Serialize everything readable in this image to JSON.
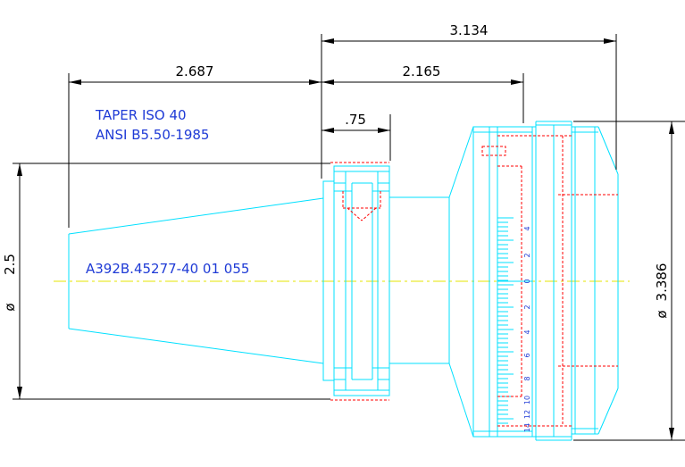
{
  "colors": {
    "outline": "#00e0ff",
    "hidden": "#ff0000",
    "centerline": "#e6e600",
    "dimension": "#000000",
    "note": "#1f3bd6"
  },
  "dimensions": {
    "overall_length": "3.134",
    "taper_length": "2.687",
    "body_length": "2.165",
    "flange_width": ".75",
    "taper_diameter": "2.5",
    "body_diameter": "3.386",
    "diameter_symbol": "ø"
  },
  "notes": {
    "taper_line1": "TAPER ISO 40",
    "taper_line2": "ANSI B5.50-1985",
    "part_number": "A392B.45277-40 01 055"
  },
  "scale_labels": [
    "4",
    "2",
    "0",
    "2",
    "4",
    "6",
    "8",
    "10",
    "12",
    "14"
  ]
}
